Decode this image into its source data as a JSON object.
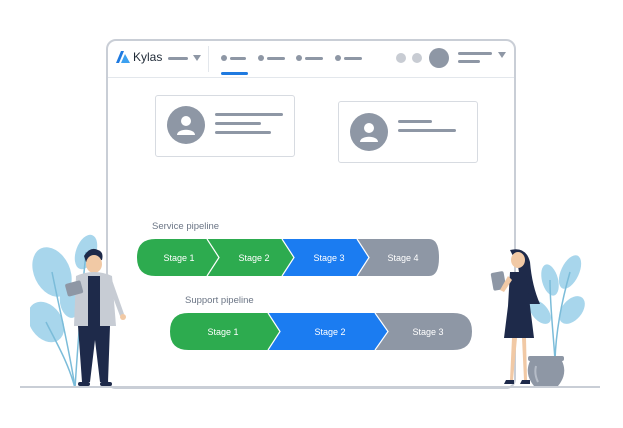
{
  "app": {
    "brand": "Kylas"
  },
  "pipelines": [
    {
      "label": "Service pipeline",
      "stages": [
        "Stage 1",
        "Stage 2",
        "Stage 3",
        "Stage 4"
      ]
    },
    {
      "label": "Support pipeline",
      "stages": [
        "Stage 1",
        "Stage 2",
        "Stage 3"
      ]
    }
  ],
  "colors": {
    "green": "#2dab4f",
    "blue": "#1b7cf1",
    "grey": "#8e97a5",
    "frame": "#c9ced6"
  },
  "icons": [
    "kylas-logo-icon",
    "caret-down-icon",
    "user-avatar-icon",
    "plant-icon",
    "pot-icon"
  ]
}
